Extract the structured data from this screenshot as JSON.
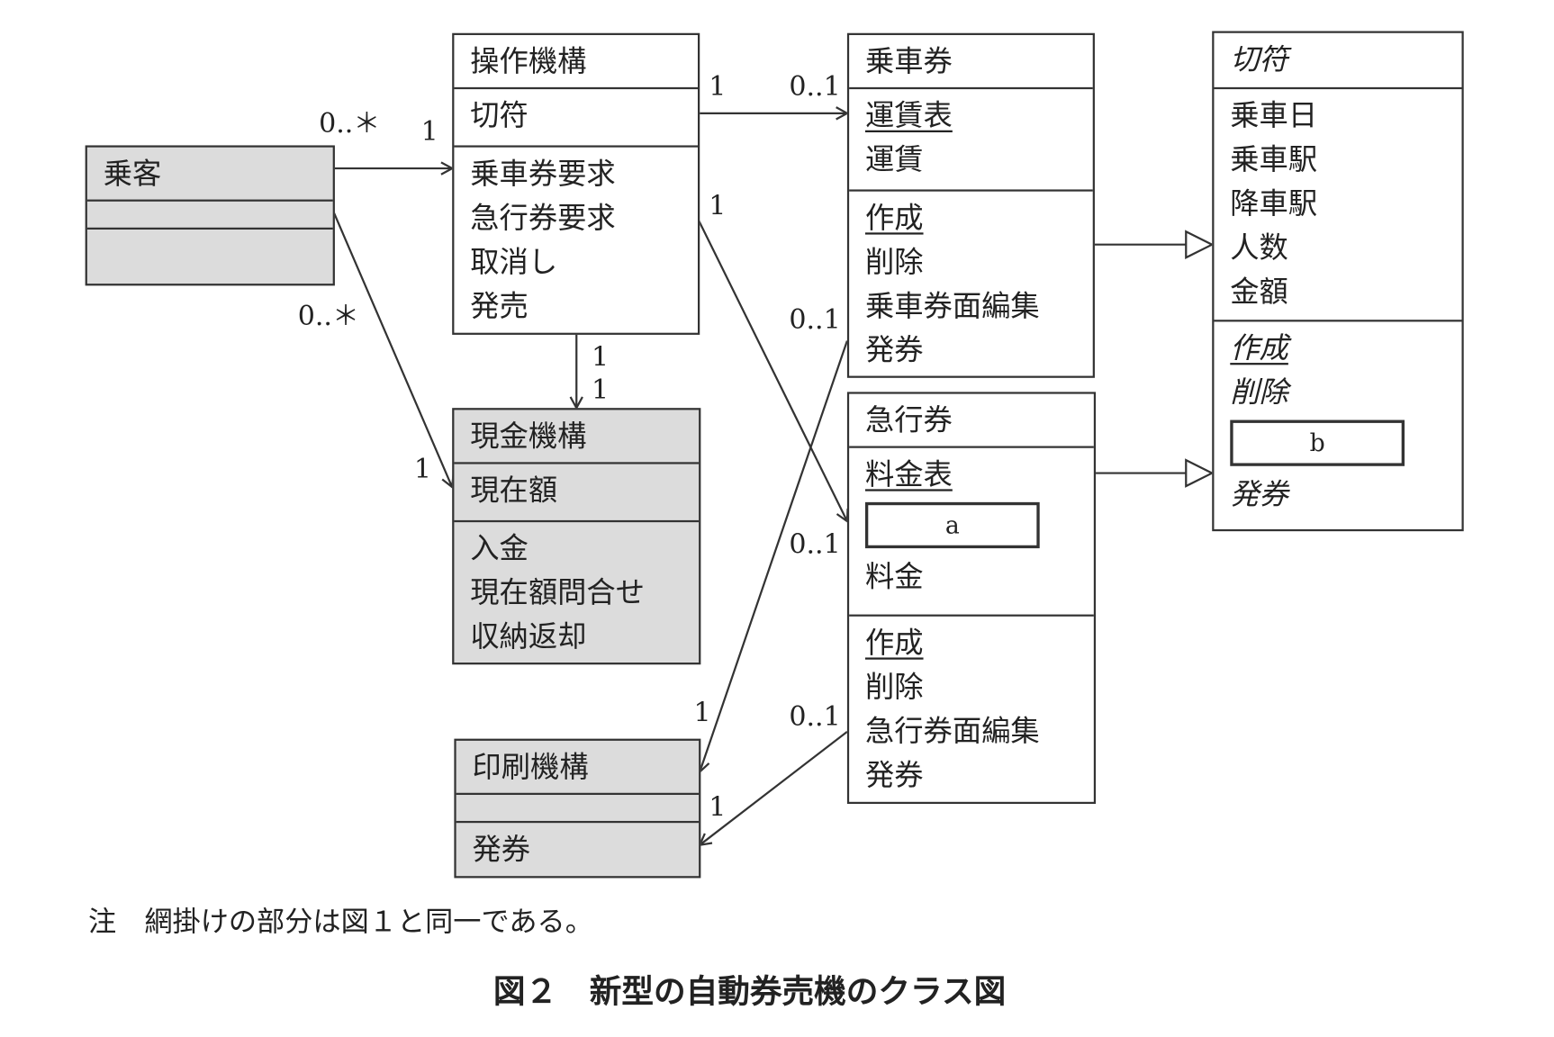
{
  "classes": {
    "passenger": {
      "name": "乗客",
      "attributes": [],
      "operations": []
    },
    "operation_unit": {
      "name": "操作機構",
      "attributes": [
        "切符"
      ],
      "operations": [
        "乗車券要求",
        "急行券要求",
        "取消し",
        "発売"
      ]
    },
    "cash_unit": {
      "name": "現金機構",
      "attributes": [
        "現在額"
      ],
      "operations": [
        "入金",
        "現在額問合せ",
        "収納返却"
      ]
    },
    "print_unit": {
      "name": "印刷機構",
      "attributes": [],
      "operations": [
        "発券"
      ]
    },
    "boarding_ticket": {
      "name": "乗車券",
      "attributes": [
        "運賃表",
        "運賃"
      ],
      "operations": [
        "作成",
        "削除",
        "乗車券面編集",
        "発券"
      ]
    },
    "express_ticket": {
      "name": "急行券",
      "attributes": [
        "料金表",
        "a",
        "料金"
      ],
      "operations": [
        "作成",
        "削除",
        "急行券面編集",
        "発券"
      ]
    },
    "ticket": {
      "name": "切符",
      "attributes": [
        "乗車日",
        "乗車駅",
        "降車駅",
        "人数",
        "金額"
      ],
      "operations": [
        "作成",
        "削除",
        "b",
        "発券"
      ]
    }
  },
  "multiplicities": {
    "passenger_to_operation_src": "0..＊",
    "passenger_to_operation_dst": "1",
    "passenger_to_cash_src": "0..＊",
    "passenger_to_cash_dst": "1",
    "operation_to_boarding_src": "1",
    "operation_to_boarding_dst": "0..1",
    "operation_to_express_src": "1",
    "operation_to_express_dst": "0..1",
    "operation_to_cash_src": "1",
    "operation_to_cash_dst": "1",
    "boarding_to_print_src": "0..1",
    "boarding_to_print_dst": "1",
    "express_to_print_src": "0..1",
    "express_to_print_dst": "1"
  },
  "note": "注　網掛けの部分は図１と同一である。",
  "caption": "図２　新型の自動券売機のクラス図"
}
